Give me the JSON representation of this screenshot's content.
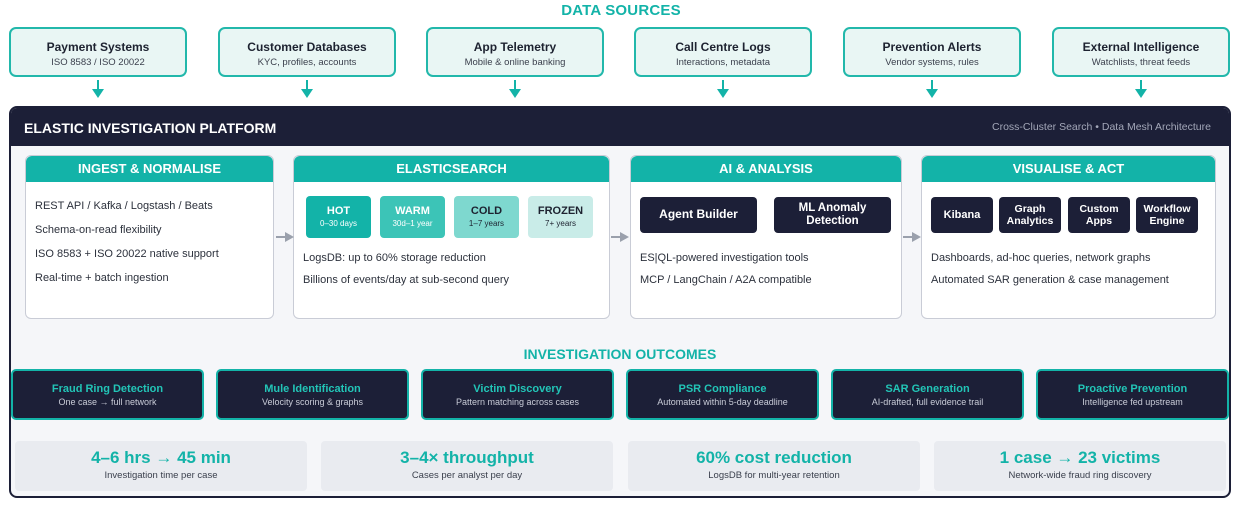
{
  "data_sources": {
    "title": "DATA SOURCES",
    "items": [
      {
        "title": "Payment Systems",
        "subtitle": "ISO 8583 / ISO 20022"
      },
      {
        "title": "Customer Databases",
        "subtitle": "KYC, profiles, accounts"
      },
      {
        "title": "App Telemetry",
        "subtitle": "Mobile & online banking"
      },
      {
        "title": "Call Centre Logs",
        "subtitle": "Interactions, metadata"
      },
      {
        "title": "Prevention Alerts",
        "subtitle": "Vendor systems, rules"
      },
      {
        "title": "External Intelligence",
        "subtitle": "Watchlists, threat feeds"
      }
    ]
  },
  "platform": {
    "title": "ELASTIC INVESTIGATION PLATFORM",
    "subtitle": "Cross-Cluster Search  •  Data Mesh Architecture"
  },
  "stages": {
    "ingest": {
      "title": "INGEST & NORMALISE",
      "lines": [
        "REST API / Kafka / Logstash / Beats",
        "Schema-on-read flexibility",
        "ISO 8583 + ISO 20022 native support",
        "Real-time + batch ingestion"
      ]
    },
    "elasticsearch": {
      "title": "ELASTICSEARCH",
      "tiers": [
        {
          "name": "HOT",
          "desc": "0–30 days"
        },
        {
          "name": "WARM",
          "desc": "30d–1 year"
        },
        {
          "name": "COLD",
          "desc": "1–7 years"
        },
        {
          "name": "FROZEN",
          "desc": "7+ years"
        }
      ],
      "lines": [
        "LogsDB: up to 60% storage reduction",
        "Billions of events/day at sub-second query"
      ]
    },
    "ai": {
      "title": "AI & ANALYSIS",
      "boxes": [
        "Agent Builder",
        "ML Anomaly Detection"
      ],
      "lines": [
        "ES|QL-powered investigation tools",
        "MCP / LangChain / A2A compatible"
      ]
    },
    "visualise": {
      "title": "VISUALISE & ACT",
      "boxes": [
        "Kibana",
        "Graph Analytics",
        "Custom Apps",
        "Workflow Engine"
      ],
      "lines": [
        "Dashboards, ad-hoc queries, network graphs",
        "Automated SAR generation & case management"
      ]
    }
  },
  "outcomes": {
    "title": "INVESTIGATION OUTCOMES",
    "items": [
      {
        "title": "Fraud Ring Detection",
        "subtitle": "One case → full network"
      },
      {
        "title": "Mule Identification",
        "subtitle": "Velocity scoring & graphs"
      },
      {
        "title": "Victim Discovery",
        "subtitle": "Pattern matching across cases"
      },
      {
        "title": "PSR Compliance",
        "subtitle": "Automated within 5-day deadline"
      },
      {
        "title": "SAR Generation",
        "subtitle": "AI-drafted, full evidence trail"
      },
      {
        "title": "Proactive Prevention",
        "subtitle": "Intelligence fed upstream"
      }
    ]
  },
  "metrics": [
    {
      "value": "4–6 hrs → 45 min",
      "label": "Investigation time per case"
    },
    {
      "value": "3–4× throughput",
      "label": "Cases per analyst per day"
    },
    {
      "value": "60% cost reduction",
      "label": "LogsDB for multi-year retention"
    },
    {
      "value": "1 case → 23 victims",
      "label": "Network-wide fraud ring discovery"
    }
  ],
  "colors": {
    "accent": "#13b3a8",
    "navy": "#1c1f37",
    "hot": "#13b3a8",
    "warm": "#3cc4b7",
    "cold": "#7ed8cf",
    "frozen": "#c9ece8"
  }
}
